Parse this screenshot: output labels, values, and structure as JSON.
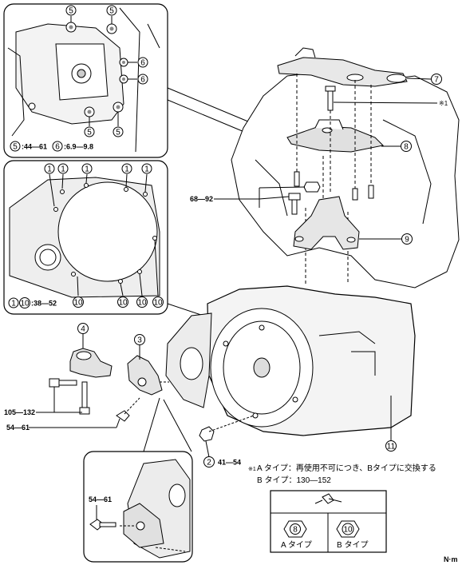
{
  "callouts": {
    "c1": "1",
    "c2": "2",
    "c3": "3",
    "c4": "4",
    "c5": "5",
    "c6": "6",
    "c7": "7",
    "c8": "8",
    "c9": "9",
    "c10": "10",
    "c11": "11"
  },
  "torque": {
    "t5": ":44—61",
    "t6": ":6.9—9.8",
    "t1_10": ":38—52",
    "t_68_92": "68—92",
    "t_41_54": "41—54",
    "t_105_132": "105—132",
    "t_54_61_a": "54—61",
    "t_54_61_b": "54—61"
  },
  "note": {
    "marker": "※1",
    "type_a_line": "A タイプ：再使用不可につき、Bタイプに交換する",
    "type_b_line": "B タイプ：130—152"
  },
  "type_box": {
    "a_label": "A タイプ",
    "b_label": "B タイプ",
    "a_num": "8",
    "b_num": "10"
  },
  "unit": "N·m",
  "colors": {
    "line": "#000000",
    "fill": "#ffffff",
    "shade": "#d9d9d9"
  }
}
